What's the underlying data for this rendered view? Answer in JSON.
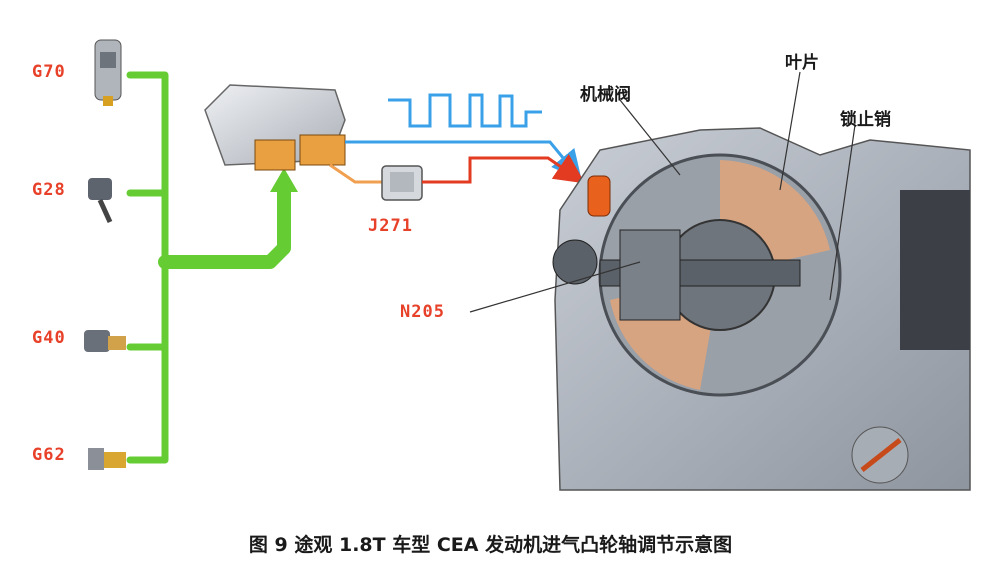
{
  "sensors": {
    "g70": "G70",
    "g28": "G28",
    "g40": "G40",
    "g62": "G62"
  },
  "relay_label": "J271",
  "valve_label": "N205",
  "engine_labels": {
    "mechanical_valve": "机械阀",
    "vane": "叶片",
    "lock_pin": "锁止销"
  },
  "caption": "图 9  途观 1.8T 车型 CEA 发动机进气凸轮轴调节示意图",
  "colors": {
    "signal_line": "#66cc33",
    "pulse_line": "#3aa0e8",
    "power_line": "#e23b22",
    "relay_line": "#f0a050",
    "label_red": "#e8412a"
  }
}
